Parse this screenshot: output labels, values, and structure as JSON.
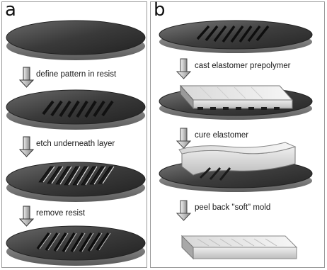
{
  "panel_a": {
    "letter": "a",
    "steps": [
      "define pattern in resist",
      "etch underneath layer",
      "remove resist"
    ]
  },
  "panel_b": {
    "letter": "b",
    "steps": [
      "cast elastomer prepolymer",
      "cure elastomer",
      "peel back \"soft\" mold"
    ]
  }
}
